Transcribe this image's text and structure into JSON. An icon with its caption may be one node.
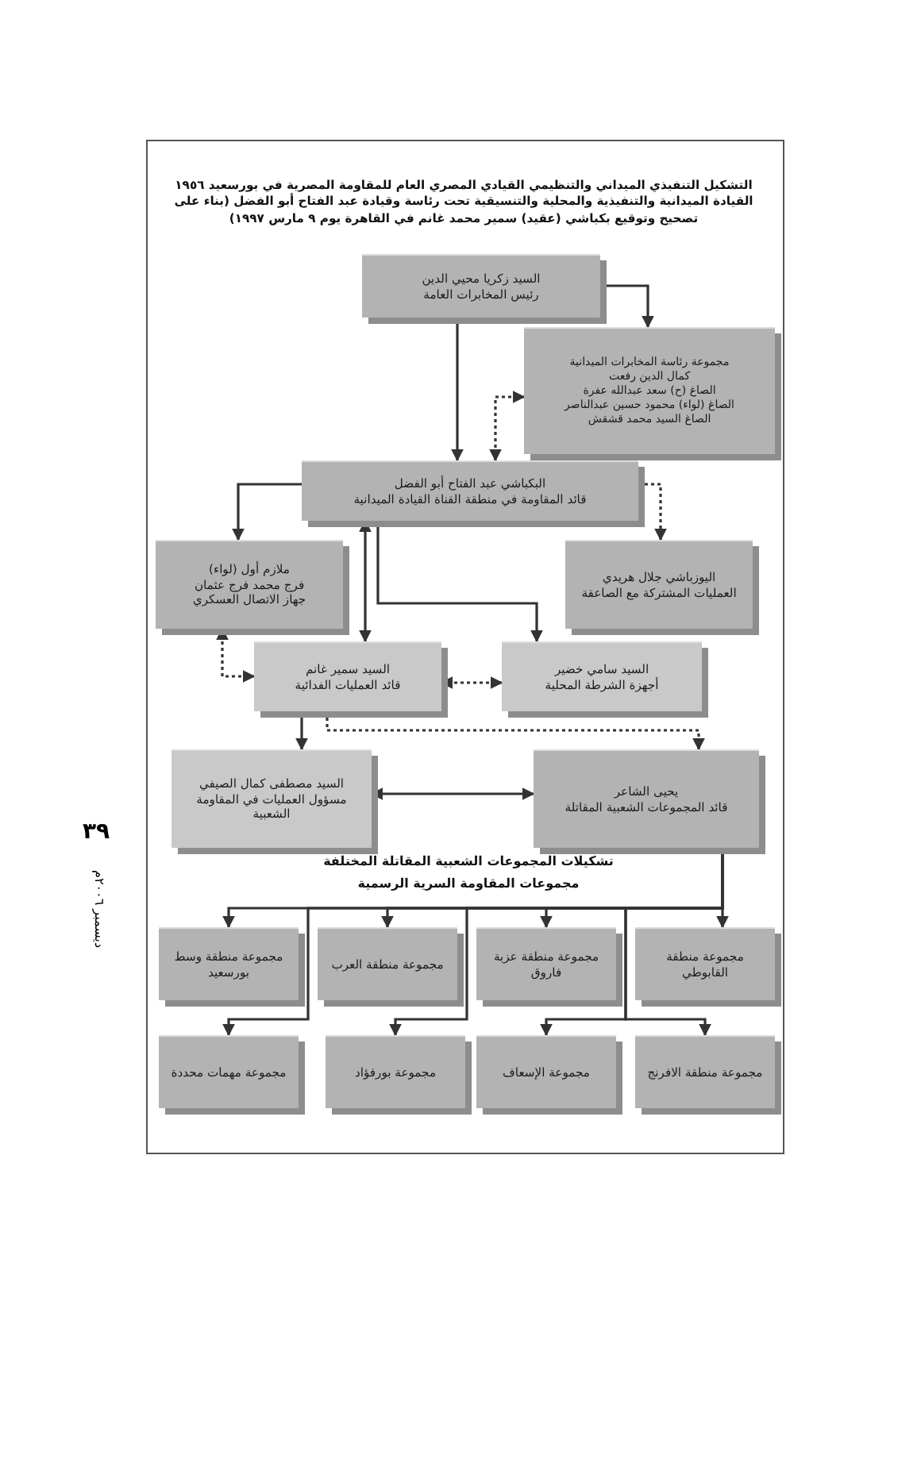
{
  "diagram": {
    "title": "التشكيل التنفيذي الميداني والتنظيمي القيادي المصري العام للمقاومة المصرية في بورسعيد ١٩٥٦ القيادة الميدانية والتنفيذية والمحلية والتنسيقية تحت رئاسة وقيادة عبد الفتاح أبو الفضل (بناء على تصحيح وتوقيع بكباشي (عقيد) سمير محمد غانم في القاهرة يوم ٩ مارس ١٩٩٧)",
    "nodes": [
      {
        "text": [
          "السيد زكريا محيي الدين",
          "رئيس المخابرات العامة"
        ]
      },
      {
        "text": [
          "مجموعة رئاسة المخابرات الميدانية",
          "كمال الدين رفعت",
          "الصاغ (ح) سعد عبدالله عفرة",
          "الصاغ (لواء) محمود حسين عبدالناصر",
          "الصاغ السيد محمد قشقش"
        ]
      },
      {
        "text": [
          "البكباشي عبد الفتاح أبو الفضل",
          "قائد المقاومة في منطقة القناة القيادة الميدانية"
        ]
      },
      {
        "text": [
          "ملازم أول (لواء)",
          "فرج محمد فرج عثمان",
          "جهاز الاتصال العسكري"
        ]
      },
      {
        "text": [
          "اليوزباشي جلال هريدي",
          "العمليات المشتركة مع الصاعقة"
        ]
      },
      {
        "text": [
          "السيد سمير غانم",
          "قائد العمليات الفدائية"
        ]
      },
      {
        "text": [
          "السيد سامي خضير",
          "أجهزة الشرطة المحلية"
        ]
      },
      {
        "text": [
          "السيد مصطفى كمال الصيفي",
          "مسؤول العمليات في المقاومة الشعبية"
        ]
      },
      {
        "text": [
          "يحيى الشاعر",
          "قائد المجموعات الشعبية المقاتلة"
        ]
      },
      {
        "text": [
          "مجموعة منطقة القابوطي"
        ]
      },
      {
        "text": [
          "مجموعة منطقة عزبة فاروق"
        ]
      },
      {
        "text": [
          "مجموعة منطقة العرب"
        ]
      },
      {
        "text": [
          "مجموعة منطقة وسط بورسعيد"
        ]
      },
      {
        "text": [
          "مجموعة منطقة الافرنج"
        ]
      },
      {
        "text": [
          "مجموعة الإسعاف"
        ]
      },
      {
        "text": [
          "مجموعة بورفؤاد"
        ]
      },
      {
        "text": [
          "مجموعة مهمات محددة"
        ]
      }
    ],
    "edges": [
      {
        "from": 0,
        "to": 1,
        "arrow": "to"
      },
      {
        "from": 0,
        "to": 2,
        "arrow": "to"
      },
      {
        "from": 1,
        "to": 2,
        "arrow": "both",
        "style": "dashed"
      },
      {
        "from": 2,
        "to": 3,
        "arrow": "to"
      },
      {
        "from": 2,
        "to": 4,
        "arrow": "to",
        "style": "dashed"
      },
      {
        "from": 2,
        "to": 5,
        "arrow": "both"
      },
      {
        "from": 2,
        "to": 6,
        "arrow": "to"
      },
      {
        "from": 3,
        "to": 5,
        "arrow": "both",
        "style": "dashed"
      },
      {
        "from": 5,
        "to": 6,
        "arrow": "both",
        "style": "dashed"
      },
      {
        "from": 5,
        "to": 7,
        "arrow": "to"
      },
      {
        "from": 5,
        "to": 8,
        "arrow": "to",
        "style": "dashed"
      },
      {
        "from": 7,
        "to": 8,
        "arrow": "both"
      },
      {
        "from": 8,
        "to": 9,
        "arrow": "to"
      },
      {
        "from": 8,
        "to": 10,
        "arrow": "to"
      },
      {
        "from": 8,
        "to": 11,
        "arrow": "to"
      },
      {
        "from": 8,
        "to": 12,
        "arrow": "to"
      },
      {
        "from": 8,
        "to": 13,
        "arrow": "to"
      },
      {
        "from": 8,
        "to": 14,
        "arrow": "to"
      },
      {
        "from": 8,
        "to": 15,
        "arrow": "to"
      },
      {
        "from": 8,
        "to": 16,
        "arrow": "to"
      }
    ],
    "labels": [
      "تشكيلات المجموعات الشعبية المقاتلة المختلفة",
      "مجموعات المقاومة السرية الرسمية",
      "٣٩",
      "ديسمبر ٢٠٠٦م"
    ]
  }
}
